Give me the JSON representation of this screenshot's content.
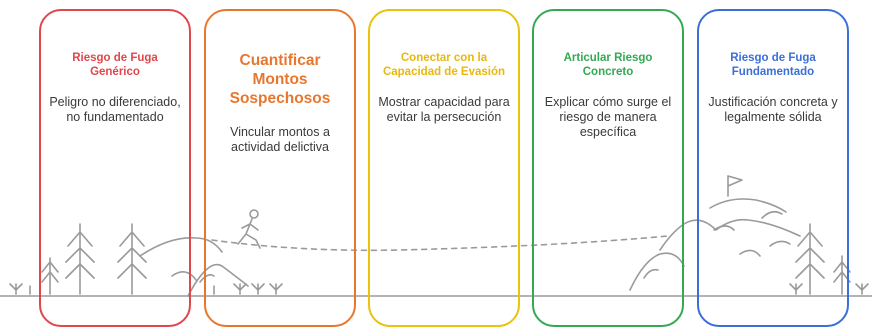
{
  "stages": [
    {
      "title": "Riesgo de Fuga Genérico",
      "description": "Peligro no diferenciado, no fundamentado",
      "color": "#e0474c"
    },
    {
      "title": "Cuantificar Montos Sospechosos",
      "description": "Vincular montos a actividad delictiva",
      "color": "#e8772e"
    },
    {
      "title": "Conectar con la Capacidad de Evasión",
      "description": "Mostrar capacidad para evitar la persecución",
      "color": "#e9c30e"
    },
    {
      "title": "Articular Riesgo Concreto",
      "description": "Explicar cómo surge el riesgo de manera específica",
      "color": "#34a853"
    },
    {
      "title": "Riesgo de Fuga Fundamentado",
      "description": "Justificación concreta y legalmente sólida",
      "color": "#3b6fd8"
    }
  ],
  "scene": {
    "line_color": "#9a9a9a",
    "icons": [
      "pine-tree-icon",
      "hiker-icon",
      "mountain-icon",
      "summit-flag-icon",
      "grass-icon"
    ]
  }
}
